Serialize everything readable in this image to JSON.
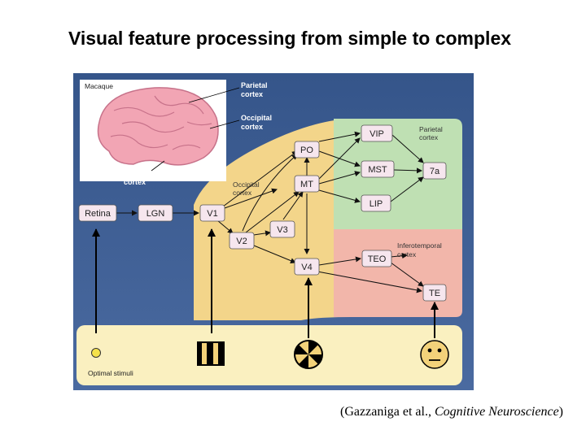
{
  "title": "Visual feature processing from simple to complex",
  "caption": {
    "prefix": "(Gazzaniga et al., ",
    "book": "Cognitive Neuroscience",
    "suffix": ")"
  },
  "diagram": {
    "species_label": "Macaque",
    "brain_labels": {
      "parietal": [
        "Parietal",
        "cortex"
      ],
      "occipital": [
        "Occipital",
        "cortex"
      ],
      "inferotemporal": [
        "Inferotemporal",
        "cortex"
      ]
    },
    "region_labels": {
      "occipital": [
        "Occipital",
        "cortex"
      ],
      "parietal": [
        "Parietal",
        "cortex"
      ],
      "inferotemporal": [
        "Inferotemporal",
        "cortex"
      ]
    },
    "nodes": {
      "retina": "Retina",
      "lgn": "LGN",
      "v1": "V1",
      "v2": "V2",
      "v3": "V3",
      "v4": "V4",
      "po": "PO",
      "mt": "MT",
      "vip": "VIP",
      "mst": "MST",
      "lip": "LIP",
      "a7": "7a",
      "teo": "TEO",
      "te": "TE"
    },
    "stimuli_label": "Optimal stimuli",
    "colors": {
      "background": "#3f5f93",
      "occipital_region": "#f3d58a",
      "parietal_region": "#bfe0b3",
      "inferotemporal_region": "#f2b6aa",
      "stimuli_panel": "#faf0c0",
      "node_box": "#f6e6ee",
      "brain": "#f2a5b4"
    }
  }
}
